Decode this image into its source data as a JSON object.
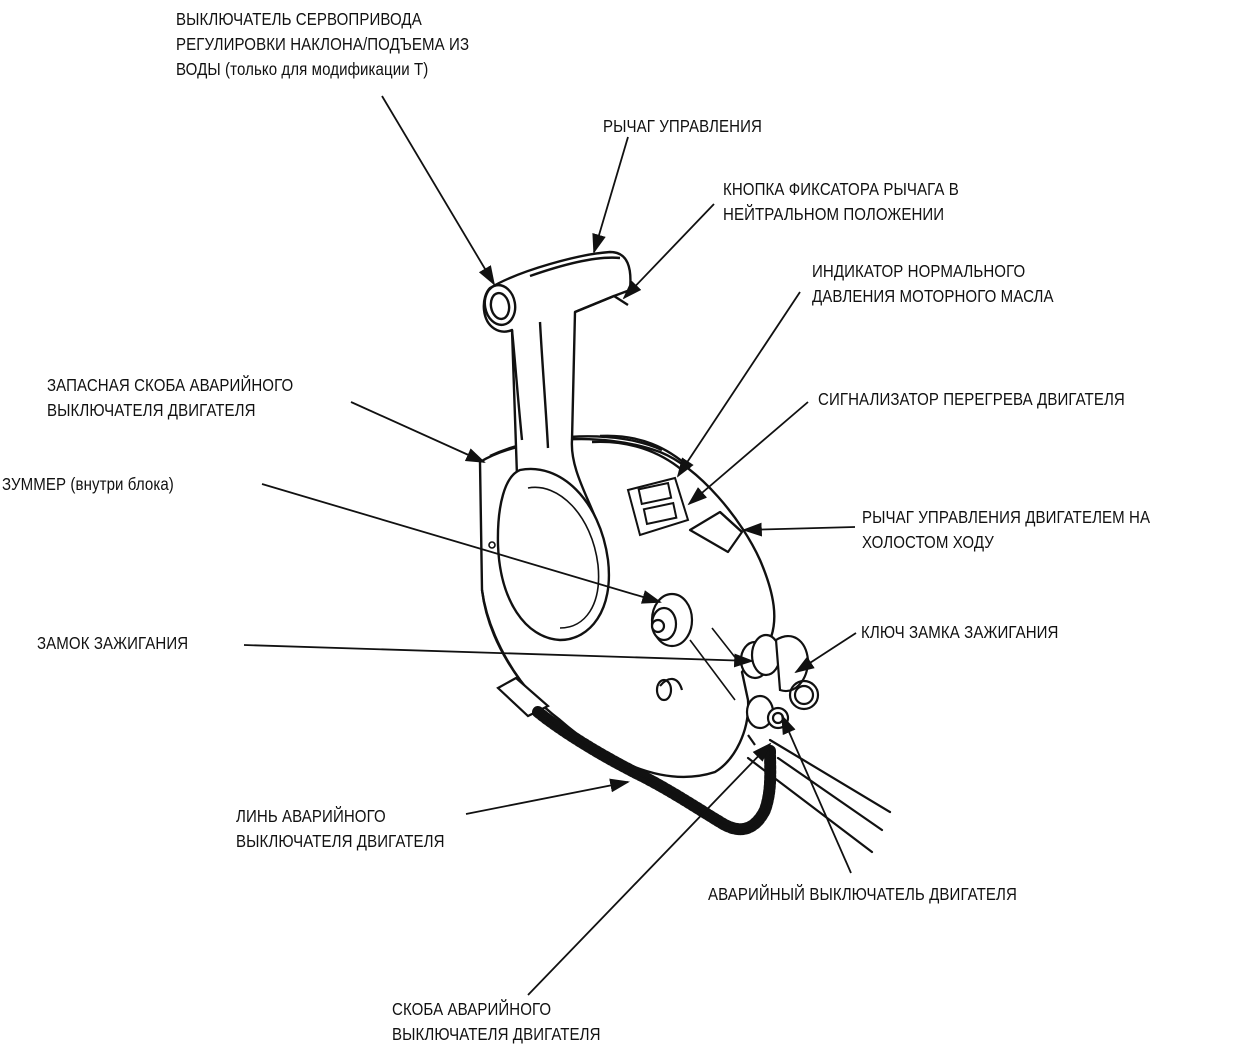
{
  "labels": {
    "trim_switch": [
      "ВЫКЛЮЧАТЕЛЬ СЕРВОПРИВОДА",
      "РЕГУЛИРОВКИ НАКЛОНА/ПОДЪЕМА ИЗ",
      "ВОДЫ (только для модификации Т)"
    ],
    "control_lever": [
      "РЫЧАГ УПРАВЛЕНИЯ"
    ],
    "neutral_lock_button": [
      "КНОПКА ФИКСАТОРА РЫЧАГА В",
      "НЕЙТРАЛЬНОМ ПОЛОЖЕНИИ"
    ],
    "oil_pressure_indicator": [
      "ИНДИКАТОР НОРМАЛЬНОГО",
      "ДАВЛЕНИЯ МОТОРНОГО МАСЛА"
    ],
    "spare_clip": [
      "ЗАПАСНАЯ СКОБА АВАРИЙНОГО",
      "ВЫКЛЮЧАТЕЛЯ ДВИГАТЕЛЯ"
    ],
    "overheat_indicator": [
      "СИГНАЛИЗАТОР ПЕРЕГРЕВА ДВИГАТЕЛЯ"
    ],
    "buzzer": [
      "ЗУММЕР (внутри блока)"
    ],
    "fast_idle_lever": [
      "РЫЧАГ УПРАВЛЕНИЯ ДВИГАТЕЛЕМ НА",
      "ХОЛОСТОМ ХОДУ"
    ],
    "ignition_switch": [
      "ЗАМОК ЗАЖИГАНИЯ"
    ],
    "ignition_key": [
      "КЛЮЧ ЗАМКА ЗАЖИГАНИЯ"
    ],
    "stop_lanyard": [
      "ЛИНЬ АВАРИЙНОГО",
      "ВЫКЛЮЧАТЕЛЯ ДВИГАТЕЛЯ"
    ],
    "emergency_stop_switch": [
      "АВАРИЙНЫЙ ВЫКЛЮЧАТЕЛЬ ДВИГАТЕЛЯ"
    ],
    "stop_clip": [
      "СКОБА АВАРИЙНОГО",
      "ВЫКЛЮЧАТЕЛЯ ДВИГАТЕЛЯ"
    ]
  },
  "colors": {
    "ink": "#111111",
    "background": "#ffffff"
  }
}
